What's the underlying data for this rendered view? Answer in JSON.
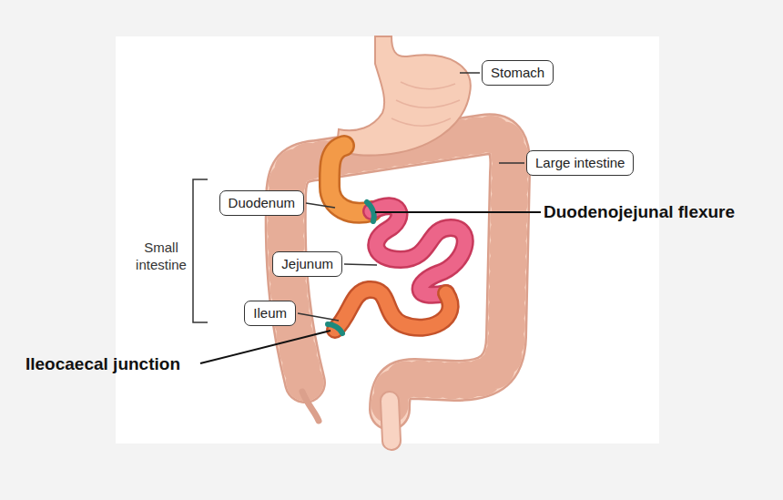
{
  "diagram": {
    "nodes": [
      {
        "text": [
          "Stomach"
        ]
      },
      {
        "text": [
          "Large intestine"
        ]
      },
      {
        "text": [
          "Duodenum"
        ]
      },
      {
        "text": [
          "Jejunum"
        ]
      },
      {
        "text": [
          "Ileum"
        ]
      }
    ],
    "labels": [
      "Duodenojejunal flexure",
      "Small intestine",
      "Ileocaecal junction"
    ]
  }
}
